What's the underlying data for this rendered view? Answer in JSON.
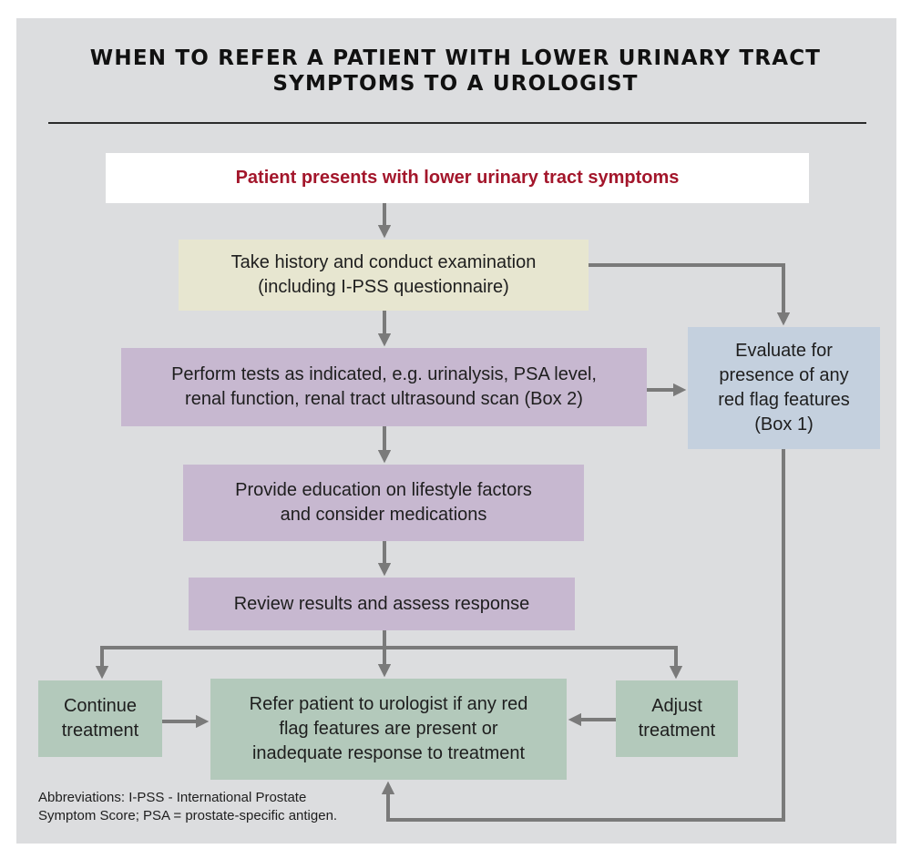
{
  "title": "WHEN TO REFER A PATIENT WITH LOWER URINARY TRACT SYMPTOMS TO A UROLOGIST",
  "boxes": {
    "start": {
      "lines": [
        "Patient presents with lower urinary tract symptoms"
      ]
    },
    "history": {
      "lines": [
        "Take history and conduct examination",
        "(including I-PSS questionnaire)"
      ]
    },
    "tests": {
      "lines": [
        "Perform tests as indicated, e.g. urinalysis, PSA level,",
        "renal function, renal tract ultrasound scan (Box 2)"
      ]
    },
    "evaluate": {
      "lines": [
        "Evaluate for",
        "presence of any",
        "red flag features",
        "(Box 1)"
      ]
    },
    "education": {
      "lines": [
        "Provide education on lifestyle factors",
        "and consider medications"
      ]
    },
    "review": {
      "lines": [
        "Review results and assess response"
      ]
    },
    "continue": {
      "lines": [
        "Continue",
        "treatment"
      ]
    },
    "refer": {
      "lines": [
        "Refer patient to urologist if any red",
        "flag features are present or",
        "inadequate response to treatment"
      ]
    },
    "adjust": {
      "lines": [
        "Adjust",
        "treatment"
      ]
    }
  },
  "footnote": {
    "lines": [
      "Abbreviations: I-PSS - International Prostate",
      "Symptom Score; PSA = prostate-specific antigen."
    ]
  },
  "colors": {
    "panel": "#dcdddf",
    "start_text": "#a3162b",
    "history_fill": "#e7e6d0",
    "purple_fill": "#c7b8d0",
    "blue_fill": "#c4d0de",
    "green_fill": "#b3c9bb",
    "arrow": "#7a7a7a"
  }
}
